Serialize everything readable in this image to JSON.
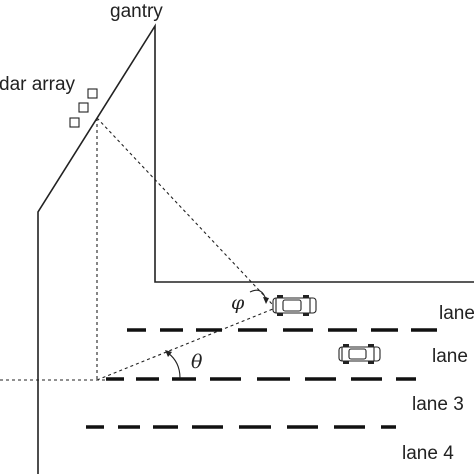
{
  "labels": {
    "gantry": "gantry",
    "radar_array": "dar array",
    "phi": "φ",
    "theta": "θ",
    "lane1": "lane",
    "lane2": "lane",
    "lane3": "lane 3",
    "lane4": "lane 4"
  },
  "colors": {
    "ink": "#222222",
    "background": "#ffffff"
  }
}
